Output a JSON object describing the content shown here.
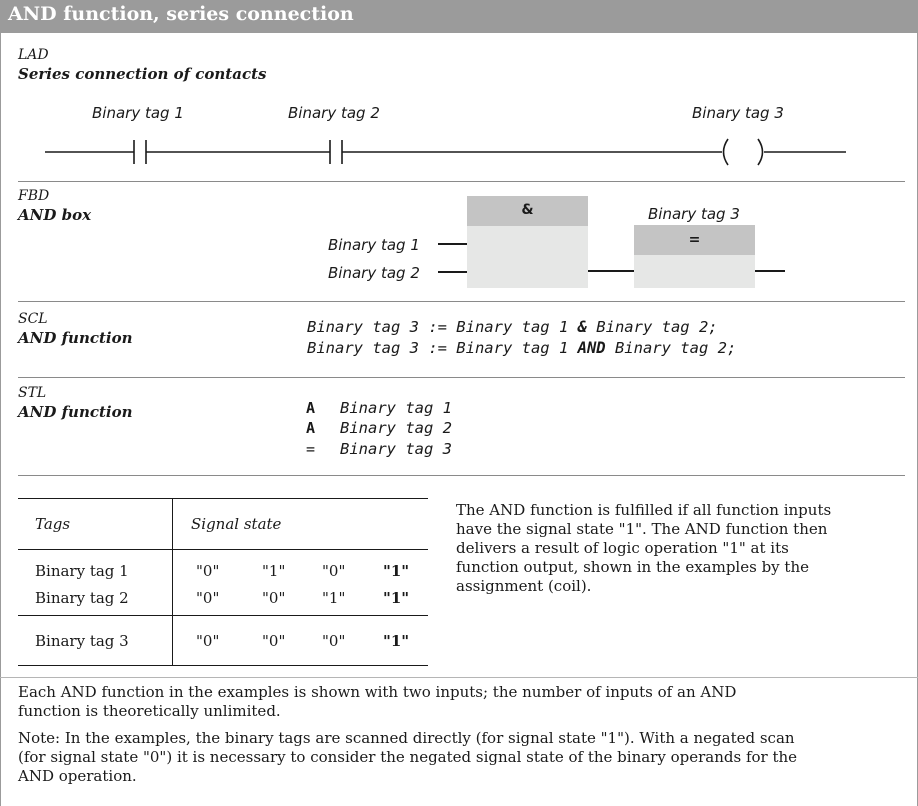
{
  "title": "AND function, series connection",
  "lad": {
    "tag": "LAD",
    "name": "Series connection of contacts",
    "tag1": "Binary tag 1",
    "tag2": "Binary tag 2",
    "tag3": "Binary tag 3"
  },
  "fbd": {
    "tag": "FBD",
    "name": "AND box",
    "input1": "Binary tag 1",
    "input2": "Binary tag 2",
    "and_symbol": "&",
    "assign_symbol": "=",
    "output_tag": "Binary tag 3"
  },
  "scl": {
    "tag": "SCL",
    "name": "AND function",
    "line1_prefix": "Binary tag 3 := Binary tag 1 ",
    "line1_op": "&",
    "line1_suffix": " Binary tag 2;",
    "line2_prefix": "Binary tag 3 := Binary tag 1 ",
    "line2_op": "AND",
    "line2_suffix": " Binary tag 2;"
  },
  "stl": {
    "tag": "STL",
    "name": "AND function",
    "lines": [
      {
        "op": "A",
        "operand": "Binary tag 1"
      },
      {
        "op": "A",
        "operand": "Binary tag 2"
      },
      {
        "op": "=",
        "operand": "Binary tag 3"
      }
    ]
  },
  "truth_table": {
    "header_tags": "Tags",
    "header_state": "Signal state",
    "rows": [
      {
        "tag": "Binary tag 1",
        "values": [
          "\"0\"",
          "\"1\"",
          "\"0\"",
          "\"1\""
        ]
      },
      {
        "tag": "Binary tag 2",
        "values": [
          "\"0\"",
          "\"0\"",
          "\"1\"",
          "\"1\""
        ]
      },
      {
        "tag": "Binary tag 3",
        "values": [
          "\"0\"",
          "\"0\"",
          "\"0\"",
          "\"1\""
        ]
      }
    ]
  },
  "description": [
    "The AND function is fulfilled if all function inputs",
    "have the signal state \"1\". The AND function then",
    "delivers a result of logic operation \"1\" at its",
    "function output, shown in the examples by the",
    "assignment (coil)."
  ],
  "paragraph1": [
    "Each AND function in the examples is shown with two inputs; the number of inputs of an AND",
    "function is theoretically unlimited."
  ],
  "paragraph2": [
    "Note: In the examples, the binary tags are scanned directly (for signal state \"1\"). With a negated scan",
    "(for signal state \"0\") it is necessary to consider the negated signal state of the binary operands for the",
    "AND operation."
  ]
}
